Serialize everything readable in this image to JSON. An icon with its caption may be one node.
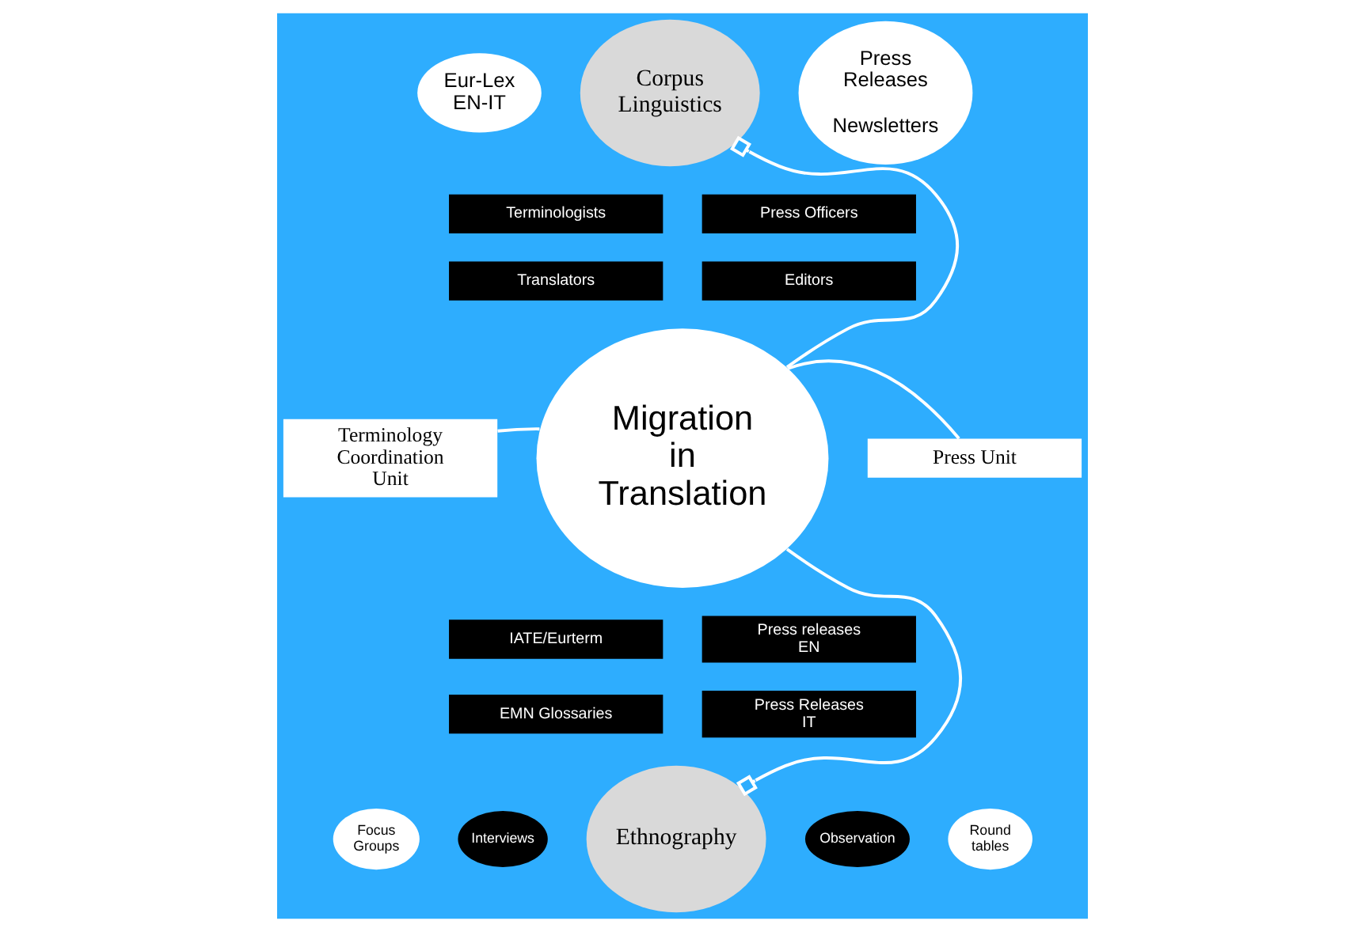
{
  "diagram": {
    "nodes": [
      {
        "text": [
          "Eur-Lex EN-IT"
        ]
      },
      {
        "text": [
          "Corpus Linguistics"
        ]
      },
      {
        "text": [
          "Press Releases",
          "Newsletters"
        ]
      },
      {
        "text": [
          "Terminologists"
        ]
      },
      {
        "text": [
          "Press Officers"
        ]
      },
      {
        "text": [
          "Translators"
        ]
      },
      {
        "text": [
          "Editors"
        ]
      },
      {
        "text": [
          "Terminology Coordination Unit"
        ]
      },
      {
        "text": [
          "Migration in Translation"
        ]
      },
      {
        "text": [
          "Press Unit"
        ]
      },
      {
        "text": [
          "IATE/Eurterm"
        ]
      },
      {
        "text": [
          "Press releases EN"
        ]
      },
      {
        "text": [
          "EMN Glossaries"
        ]
      },
      {
        "text": [
          "Press Releases IT"
        ]
      },
      {
        "text": [
          "Focus Groups"
        ]
      },
      {
        "text": [
          "Interviews"
        ]
      },
      {
        "text": [
          "Ethnography"
        ]
      },
      {
        "text": [
          "Observation"
        ]
      },
      {
        "text": [
          "Round tables"
        ]
      }
    ],
    "edges": [
      {
        "from": 8,
        "to": 1,
        "arrow": "other"
      },
      {
        "from": 8,
        "to": 7,
        "arrow": "none"
      },
      {
        "from": 8,
        "to": 9,
        "arrow": "none"
      },
      {
        "from": 8,
        "to": 16,
        "arrow": "other"
      }
    ]
  }
}
